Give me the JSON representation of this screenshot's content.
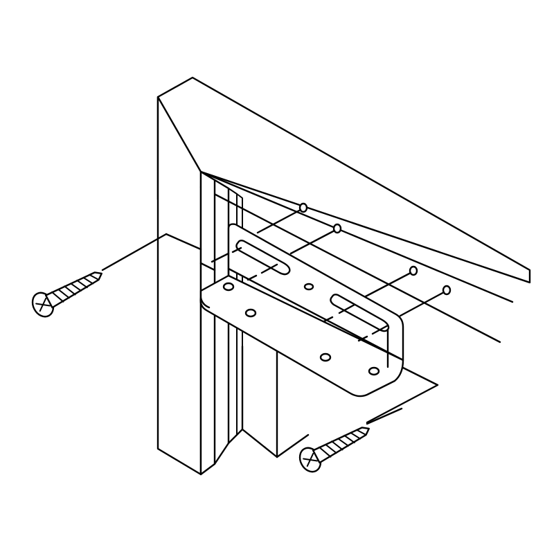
{
  "diagram": {
    "parts": [
      {
        "id": "cabinet-frame",
        "label": ""
      },
      {
        "id": "angle-bracket",
        "label": ""
      },
      {
        "id": "wood-screw-left",
        "label": ""
      },
      {
        "id": "wood-screw-right",
        "label": ""
      }
    ],
    "colors": {
      "line": "#000000",
      "background": "#ffffff"
    }
  }
}
